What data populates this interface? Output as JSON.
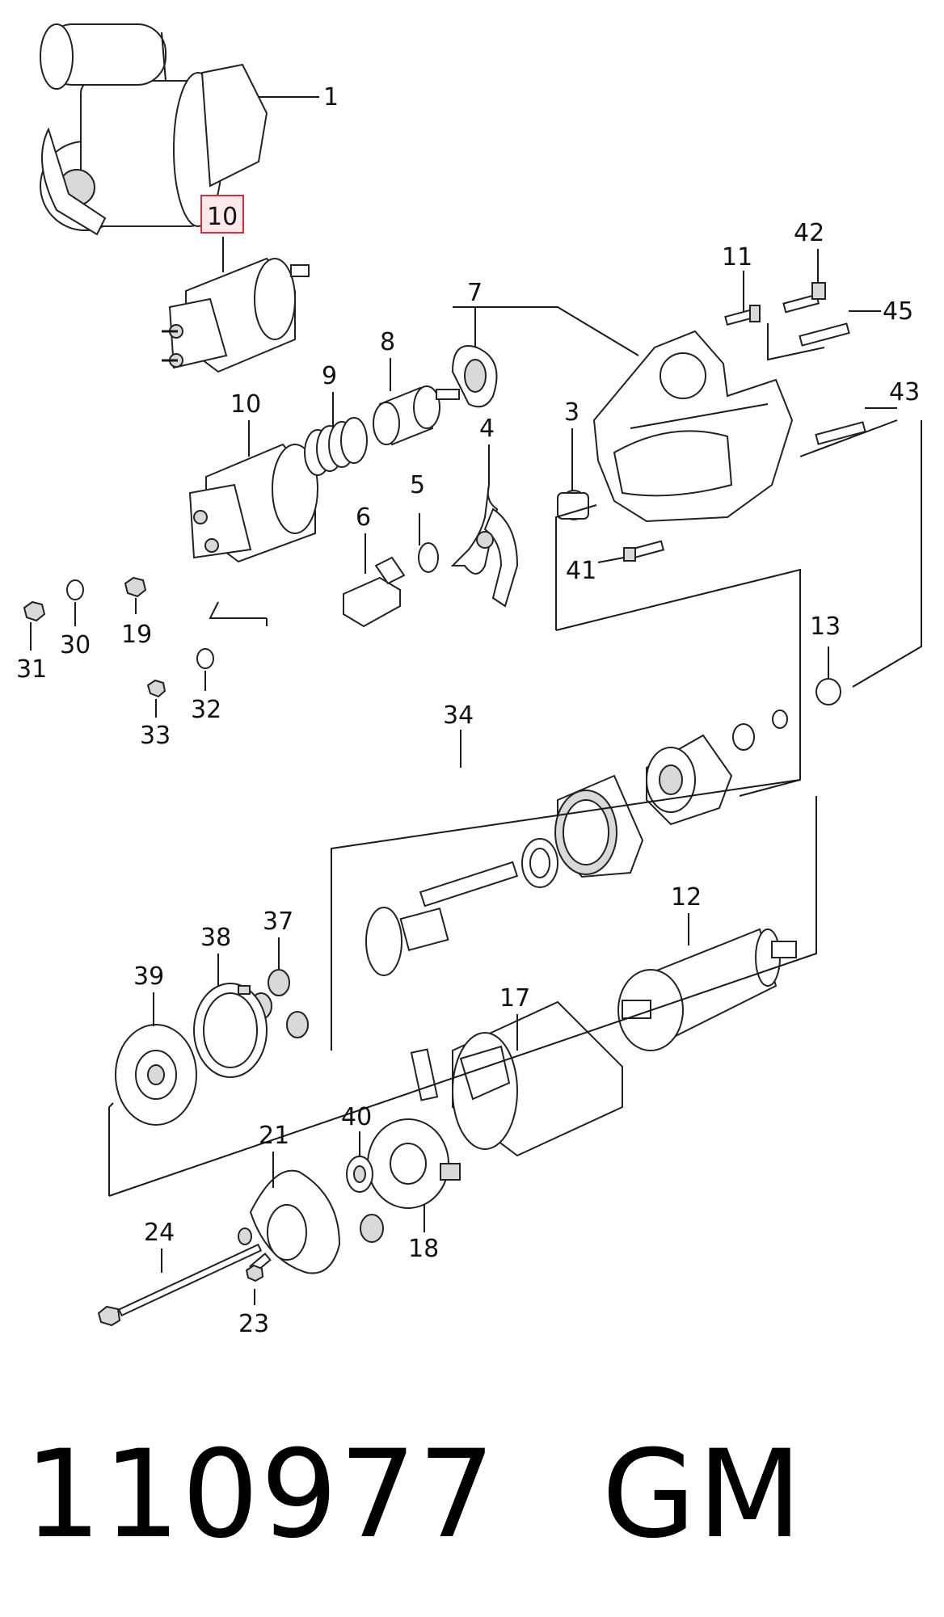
{
  "diagram": {
    "highlighted_callout": "10",
    "highlight_color": "#d0313e",
    "callouts": [
      {
        "id": "c1",
        "label": "1"
      },
      {
        "id": "c10a",
        "label": "10"
      },
      {
        "id": "c7",
        "label": "7"
      },
      {
        "id": "c11",
        "label": "11"
      },
      {
        "id": "c42",
        "label": "42"
      },
      {
        "id": "c45",
        "label": "45"
      },
      {
        "id": "c8",
        "label": "8"
      },
      {
        "id": "c10b",
        "label": "10"
      },
      {
        "id": "c9",
        "label": "9"
      },
      {
        "id": "c3",
        "label": "3"
      },
      {
        "id": "c43",
        "label": "43"
      },
      {
        "id": "c4",
        "label": "4"
      },
      {
        "id": "c5",
        "label": "5"
      },
      {
        "id": "c6",
        "label": "6"
      },
      {
        "id": "c41",
        "label": "41"
      },
      {
        "id": "c31",
        "label": "31"
      },
      {
        "id": "c30",
        "label": "30"
      },
      {
        "id": "c19",
        "label": "19"
      },
      {
        "id": "c13",
        "label": "13"
      },
      {
        "id": "c33",
        "label": "33"
      },
      {
        "id": "c32",
        "label": "32"
      },
      {
        "id": "c34",
        "label": "34"
      },
      {
        "id": "c12",
        "label": "12"
      },
      {
        "id": "c37",
        "label": "37"
      },
      {
        "id": "c38",
        "label": "38"
      },
      {
        "id": "c39",
        "label": "39"
      },
      {
        "id": "c17",
        "label": "17"
      },
      {
        "id": "c40",
        "label": "40"
      },
      {
        "id": "c21",
        "label": "21"
      },
      {
        "id": "c24",
        "label": "24"
      },
      {
        "id": "c18",
        "label": "18"
      },
      {
        "id": "c23",
        "label": "23"
      }
    ]
  },
  "caption": {
    "part_number": "110977",
    "brand": "GM"
  }
}
